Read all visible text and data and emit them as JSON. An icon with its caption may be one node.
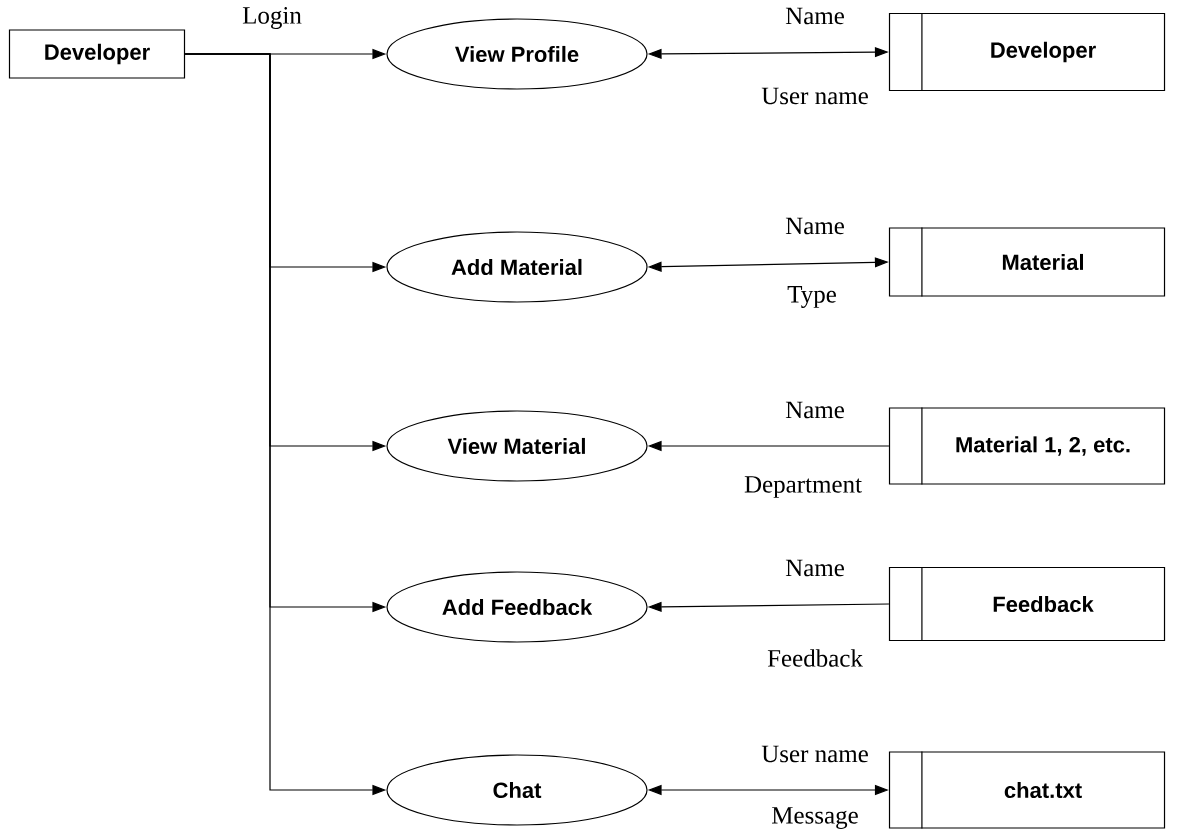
{
  "diagram": {
    "nodes": [
      {
        "text": [
          "Developer"
        ]
      },
      {
        "text": [
          "View Profile"
        ]
      },
      {
        "text": [
          "Developer"
        ]
      },
      {
        "text": [
          "Add Material"
        ]
      },
      {
        "text": [
          "Material"
        ]
      },
      {
        "text": [
          "View Material"
        ]
      },
      {
        "text": [
          "Material 1, 2, etc."
        ]
      },
      {
        "text": [
          "Add Feedback"
        ]
      },
      {
        "text": [
          "Feedback"
        ]
      },
      {
        "text": [
          "Chat"
        ]
      },
      {
        "text": [
          "chat.txt"
        ]
      }
    ],
    "edges": [
      {
        "from": 0,
        "to": 1,
        "arrow": "to",
        "label": "Login"
      },
      {
        "from": 0,
        "to": 3,
        "arrow": "to"
      },
      {
        "from": 0,
        "to": 5,
        "arrow": "to"
      },
      {
        "from": 0,
        "to": 7,
        "arrow": "to"
      },
      {
        "from": 0,
        "to": 9,
        "arrow": "to"
      },
      {
        "from": 1,
        "to": 2,
        "arrow": "both",
        "label": "Name"
      },
      {
        "from": 3,
        "to": 4,
        "arrow": "both",
        "label": "Name"
      },
      {
        "from": 6,
        "to": 5,
        "arrow": "to",
        "label": "Name"
      },
      {
        "from": 8,
        "to": 7,
        "arrow": "to",
        "label": "Name"
      },
      {
        "from": 9,
        "to": 10,
        "arrow": "both",
        "label": "User name"
      }
    ],
    "labels": [
      "User name",
      "Type",
      "Department",
      "Feedback",
      "Message"
    ]
  }
}
